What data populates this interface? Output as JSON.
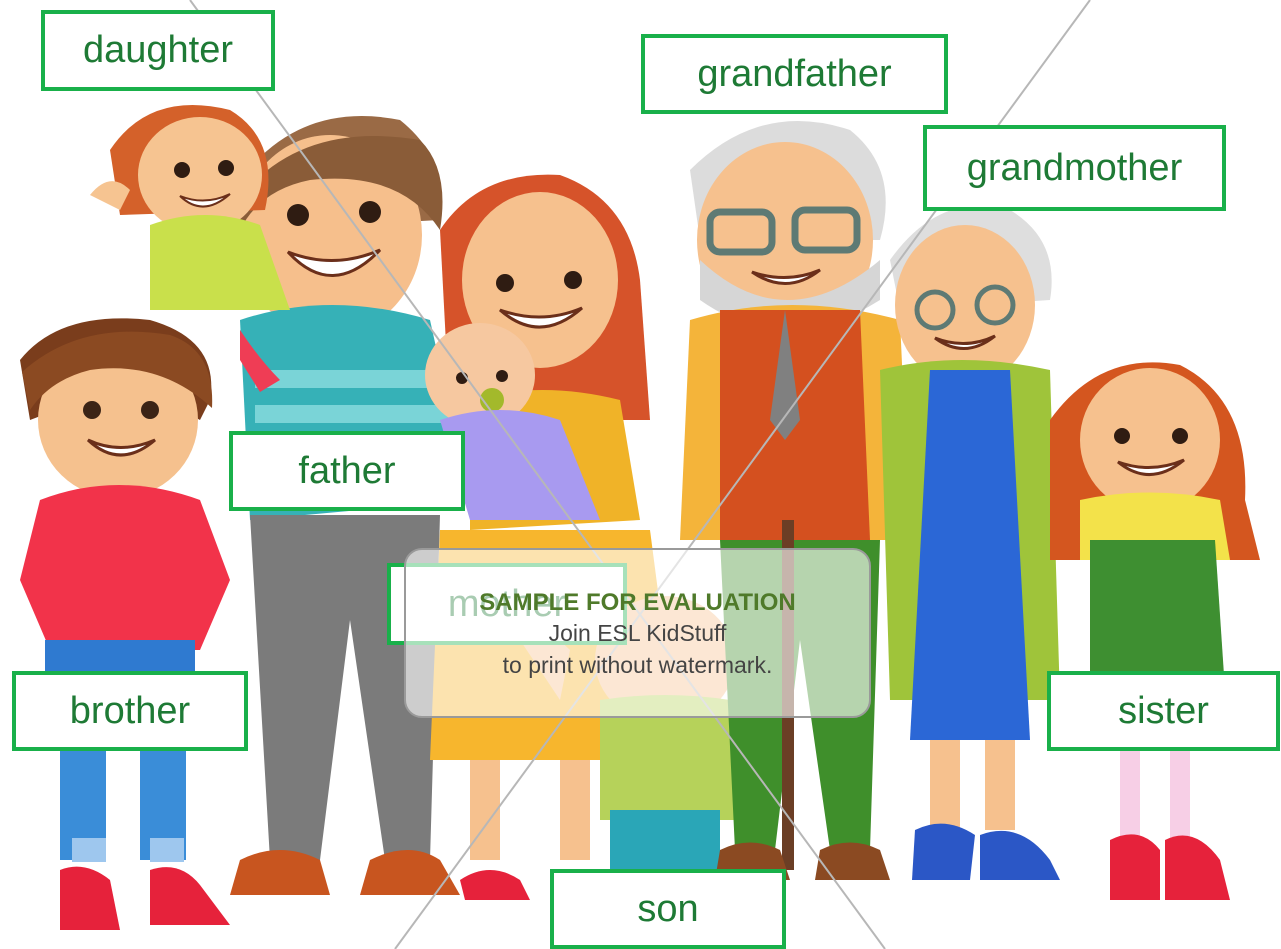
{
  "labels": {
    "daughter": "daughter",
    "grandfather": "grandfather",
    "grandmother": "grandmother",
    "father": "father",
    "mother": "mother",
    "brother": "brother",
    "sister": "sister",
    "son": "son"
  },
  "watermark": {
    "title": "SAMPLE FOR EVALUATION",
    "line1": "Join ESL KidStuff",
    "line2": "to print without watermark."
  },
  "colors": {
    "label_border": "#19b04a",
    "label_text": "#1e7a35",
    "watermark_title": "#4f7a2a"
  }
}
